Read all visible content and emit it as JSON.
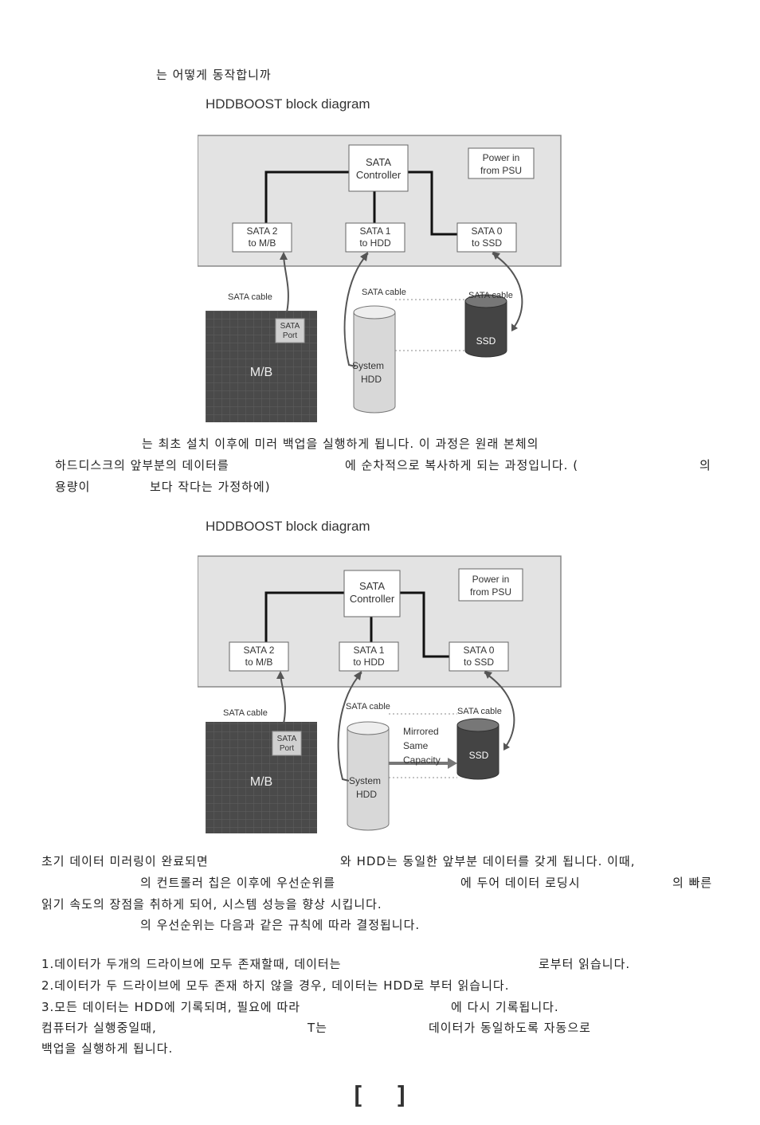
{
  "heading": "는 어떻게 동작합니까",
  "diagram1": {
    "title": "HDDBOOST block diagram",
    "controller": [
      "SATA",
      "Controller"
    ],
    "power": [
      "Power in",
      "from PSU"
    ],
    "port2": [
      "SATA 2",
      "to M/B"
    ],
    "port1": [
      "SATA 1",
      "to HDD"
    ],
    "port0": [
      "SATA 0",
      "to SSD"
    ],
    "cable_mb": "SATA cable",
    "cable_hdd": "SATA cable",
    "cable_ssd": "SATA cable",
    "mb_port": [
      "SATA",
      "Port"
    ],
    "mb_label": "M/B",
    "hdd_label": [
      "System",
      "HDD"
    ],
    "ssd_label": "SSD"
  },
  "para1": [
    "는 최초 설치 이후에 미러 백업을 실행하게 됩니다. 이 과정은 원래 본체의",
    "하드디스크의 앞부분의 데이터를",
    "에 순차적으로 복사하게 되는 과정입니다. (",
    "의",
    "용량이",
    "보다 작다는 가정하에)"
  ],
  "diagram2": {
    "title": "HDDBOOST block diagram",
    "controller": [
      "SATA",
      "Controller"
    ],
    "power": [
      "Power in",
      "from PSU"
    ],
    "port2": [
      "SATA 2",
      "to M/B"
    ],
    "port1": [
      "SATA 1",
      "to HDD"
    ],
    "port0": [
      "SATA 0",
      "to SSD"
    ],
    "cable_mb": "SATA cable",
    "cable_hdd": "SATA cable",
    "cable_ssd": "SATA cable",
    "mb_port": [
      "SATA",
      "Port"
    ],
    "mb_label": "M/B",
    "hdd_label": [
      "System",
      "HDD"
    ],
    "ssd_label": "SSD",
    "mirror": [
      "Mirrored",
      "Same",
      "Capacity"
    ]
  },
  "para2": [
    "초기 데이터 미러링이 완료되면",
    "와 HDD는 동일한 앞부분 데이터를 갖게 됩니다. 이때,",
    "의 컨트롤러 칩은 이후에 우선순위를",
    "에 두어 데이터 로딩시",
    "의 빠른",
    "읽기 속도의 장점을 취하게 되어, 시스템 성능을 향상 시킵니다.",
    "의 우선순위는 다음과 같은 규칙에 따라 결정됩니다."
  ],
  "rules": [
    "1.데이터가 두개의 드라이브에 모두 존재할때, 데이터는",
    "로부터 읽습니다.",
    "2.데이터가 두 드라이브에 모두 존재 하지 않을 경우, 데이터는 HDD로 부터 읽습니다.",
    "3.모든 데이터는 HDD에 기록되며, 필요에 따라",
    "에 다시 기록됩니다.",
    "컴퓨터가 실행중일때,",
    "T는",
    "데이터가 동일하도록 자동으로",
    "백업을 실행하게 됩니다."
  ],
  "footer": {
    "left": "[",
    "right": "]"
  }
}
